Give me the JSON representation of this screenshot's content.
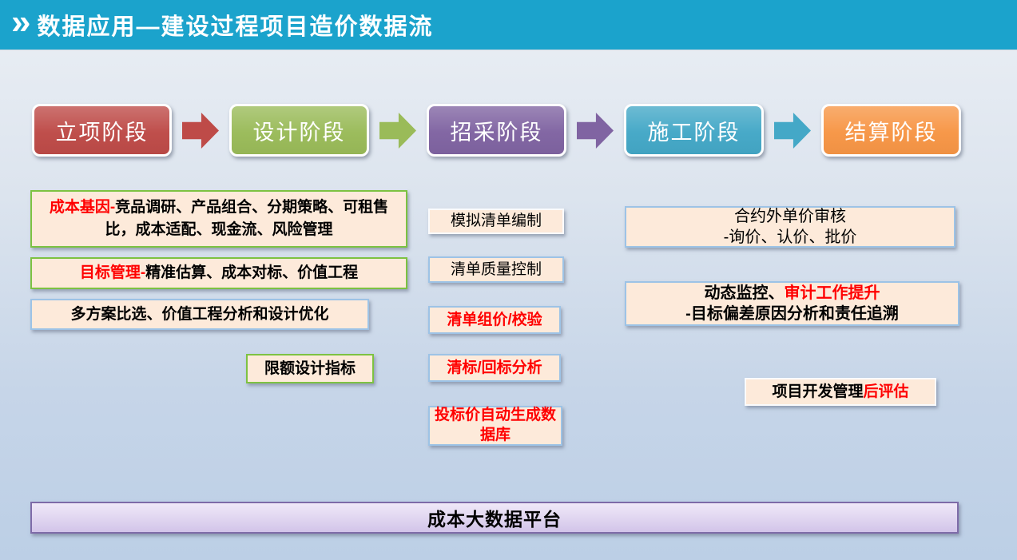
{
  "header": {
    "chevron": "»",
    "title": "数据应用—建设过程项目造价数据流",
    "bg": "#1BA3CC"
  },
  "stages": [
    {
      "label": "立项阶段",
      "color": "#BE4B48"
    },
    {
      "label": "设计阶段",
      "color": "#9ABB59"
    },
    {
      "label": "招采阶段",
      "color": "#8064A2"
    },
    {
      "label": "施工阶段",
      "color": "#44A8C7"
    },
    {
      "label": "结算阶段",
      "color": "#F79646"
    }
  ],
  "notes": {
    "cost_gene": {
      "prefix": "成本基因-",
      "body": "竞品调研、产品组合、分期策略、可租售比，成本适配、现金流、风险管理"
    },
    "target_mgmt": {
      "prefix": "目标管理-",
      "body": "精准估算、成本对标、价值工程"
    },
    "scheme_compare": {
      "text": "多方案比选、价值工程分析和设计优化"
    },
    "limit_design": {
      "text": "限额设计指标"
    },
    "mock_list": {
      "text": "模拟清单编制"
    },
    "list_quality": {
      "text": "清单质量控制"
    },
    "list_pricing": {
      "text": "清单组价/校验"
    },
    "bid_analysis": {
      "text": "清标/回标分析"
    },
    "bid_price_db": {
      "text": "投标价自动生成数据库"
    },
    "contract_review": {
      "line1": "合约外单价审核",
      "line2": "-询价、认价、批价"
    },
    "dynamic_monitor": {
      "part1": "动态监控、",
      "part2": "审计工作提升",
      "line2": "-目标偏差原因分析和责任追溯"
    },
    "post_eval": {
      "part1": "项目开发管理",
      "part2": "后评估"
    }
  },
  "platform": {
    "label": "成本大数据平台",
    "bg_top": "#F0E9F8",
    "bg_bottom": "#D2C4E9",
    "border": "#7E6BA8"
  },
  "colors": {
    "note_bg": "#FDEADA",
    "border_green": "#7DC242",
    "border_blue": "#9DC3E6",
    "border_white": "#FAFBFD",
    "red_text": "#FF0000",
    "page_top": "#EBEFF5",
    "page_bottom": "#BCCFE6"
  }
}
